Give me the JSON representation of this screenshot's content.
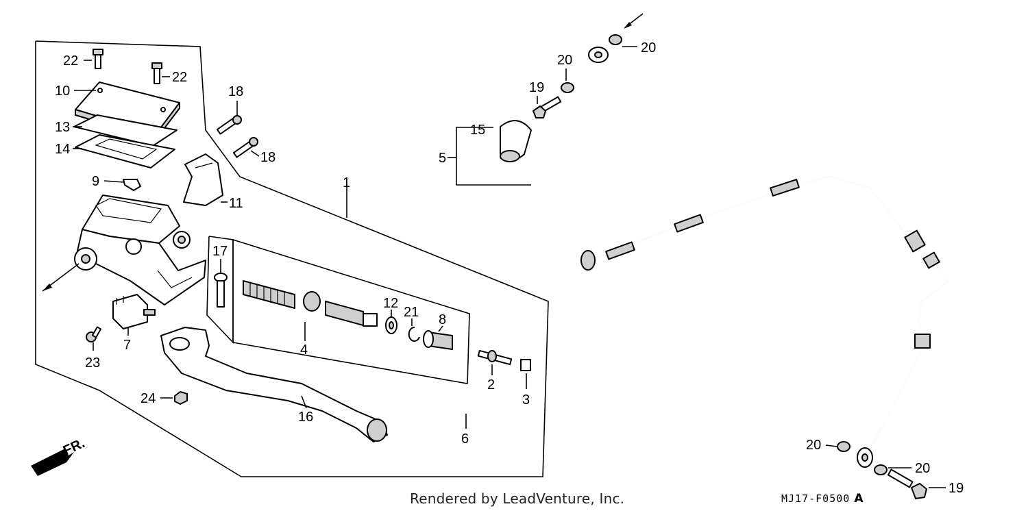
{
  "diagram": {
    "callouts": {
      "n1": "1",
      "n2": "2",
      "n3": "3",
      "n4": "4",
      "n5": "5",
      "n6": "6",
      "n7": "7",
      "n8": "8",
      "n9": "9",
      "n10": "10",
      "n11": "11",
      "n12": "12",
      "n13": "13",
      "n14": "14",
      "n15": "15",
      "n16": "16",
      "n17": "17",
      "n18": "18",
      "n19": "19",
      "n20": "20",
      "n21": "21",
      "n22": "22",
      "n23": "23",
      "n24": "24"
    },
    "front_marker": "FR."
  },
  "footer": {
    "credit": "Rendered by LeadVenture, Inc.",
    "diagram_code": "MJ17-F0500",
    "diagram_suffix": "A"
  }
}
